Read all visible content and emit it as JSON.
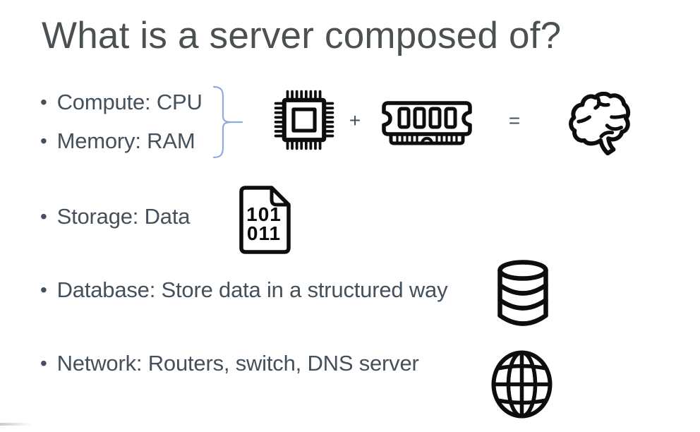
{
  "slide": {
    "title": "What is a server composed of?",
    "bullet_char": "•",
    "bullets": [
      {
        "label": "Compute: CPU"
      },
      {
        "label": "Memory: RAM"
      },
      {
        "label": "Storage: Data"
      },
      {
        "label": "Database: Store data in a structured way"
      },
      {
        "label": "Network: Routers, switch, DNS server"
      }
    ],
    "operators": {
      "plus": "+",
      "equals": "="
    },
    "file_icon_text": {
      "line1": "101",
      "line2": "011"
    },
    "icon_names": [
      "cpu-chip-icon",
      "ram-stick-icon",
      "brain-icon",
      "binary-file-icon",
      "database-icon",
      "globe-icon"
    ],
    "colors": {
      "background": "#ffffff",
      "title_text": "#4b5152",
      "body_text": "#44505b",
      "icon_stroke": "#0d0d0d",
      "brace_accent": "#8FAADC"
    }
  }
}
